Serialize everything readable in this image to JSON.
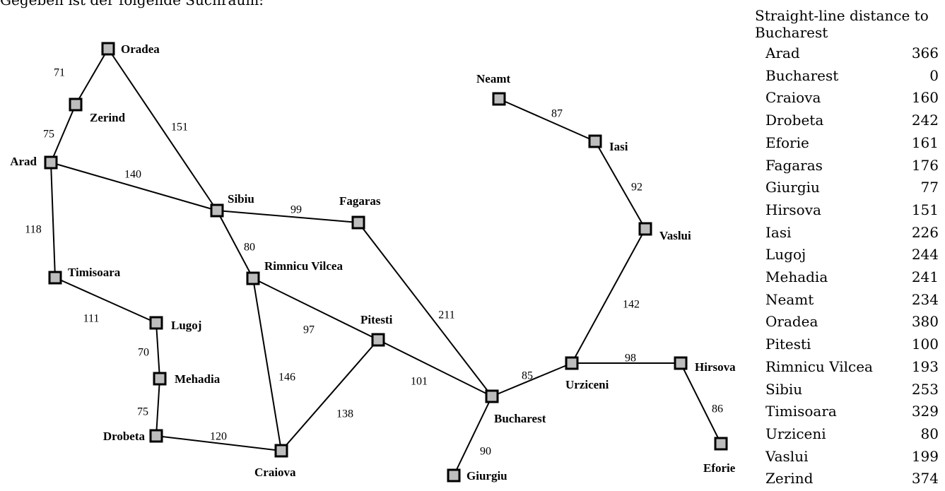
{
  "intro_text": "Gegeben ist der folgende Suchraum:",
  "graph": {
    "cities": [
      {
        "id": "oradea",
        "name": "Oradea"
      },
      {
        "id": "zerind",
        "name": "Zerind"
      },
      {
        "id": "arad",
        "name": "Arad"
      },
      {
        "id": "sibiu",
        "name": "Sibiu"
      },
      {
        "id": "fagaras",
        "name": "Fagaras"
      },
      {
        "id": "timisoara",
        "name": "Timisoara"
      },
      {
        "id": "rimnicu",
        "name": "Rimnicu Vilcea"
      },
      {
        "id": "lugoj",
        "name": "Lugoj"
      },
      {
        "id": "pitesti",
        "name": "Pitesti"
      },
      {
        "id": "mehadia",
        "name": "Mehadia"
      },
      {
        "id": "drobeta",
        "name": "Drobeta"
      },
      {
        "id": "craiova",
        "name": "Craiova"
      },
      {
        "id": "bucharest",
        "name": "Bucharest"
      },
      {
        "id": "giurgiu",
        "name": "Giurgiu"
      },
      {
        "id": "neamt",
        "name": "Neamt"
      },
      {
        "id": "iasi",
        "name": "Iasi"
      },
      {
        "id": "vaslui",
        "name": "Vaslui"
      },
      {
        "id": "urziceni",
        "name": "Urziceni"
      },
      {
        "id": "hirsova",
        "name": "Hirsova"
      },
      {
        "id": "eforie",
        "name": "Eforie"
      }
    ],
    "roads": [
      {
        "from": "oradea",
        "to": "zerind",
        "distance": "71"
      },
      {
        "from": "zerind",
        "to": "arad",
        "distance": "75"
      },
      {
        "from": "oradea",
        "to": "sibiu",
        "distance": "151"
      },
      {
        "from": "arad",
        "to": "sibiu",
        "distance": "140"
      },
      {
        "from": "arad",
        "to": "timisoara",
        "distance": "118"
      },
      {
        "from": "sibiu",
        "to": "fagaras",
        "distance": "99"
      },
      {
        "from": "sibiu",
        "to": "rimnicu",
        "distance": "80"
      },
      {
        "from": "timisoara",
        "to": "lugoj",
        "distance": "111"
      },
      {
        "from": "lugoj",
        "to": "mehadia",
        "distance": "70"
      },
      {
        "from": "mehadia",
        "to": "drobeta",
        "distance": "75"
      },
      {
        "from": "drobeta",
        "to": "craiova",
        "distance": "120"
      },
      {
        "from": "rimnicu",
        "to": "craiova",
        "distance": "146"
      },
      {
        "from": "rimnicu",
        "to": "pitesti",
        "distance": "97"
      },
      {
        "from": "craiova",
        "to": "pitesti",
        "distance": "138"
      },
      {
        "from": "pitesti",
        "to": "bucharest",
        "distance": "101"
      },
      {
        "from": "fagaras",
        "to": "bucharest",
        "distance": "211"
      },
      {
        "from": "bucharest",
        "to": "giurgiu",
        "distance": "90"
      },
      {
        "from": "bucharest",
        "to": "urziceni",
        "distance": "85"
      },
      {
        "from": "urziceni",
        "to": "hirsova",
        "distance": "98"
      },
      {
        "from": "hirsova",
        "to": "eforie",
        "distance": "86"
      },
      {
        "from": "urziceni",
        "to": "vaslui",
        "distance": "142"
      },
      {
        "from": "vaslui",
        "to": "iasi",
        "distance": "92"
      },
      {
        "from": "iasi",
        "to": "neamt",
        "distance": "87"
      }
    ]
  },
  "heuristic_table": {
    "title": "Straight-line distance to Bucharest",
    "rows": [
      {
        "city": "Arad",
        "value": "366"
      },
      {
        "city": "Bucharest",
        "value": "0"
      },
      {
        "city": "Craiova",
        "value": "160"
      },
      {
        "city": "Drobeta",
        "value": "242"
      },
      {
        "city": "Eforie",
        "value": "161"
      },
      {
        "city": "Fagaras",
        "value": "176"
      },
      {
        "city": "Giurgiu",
        "value": "77"
      },
      {
        "city": "Hirsova",
        "value": "151"
      },
      {
        "city": "Iasi",
        "value": "226"
      },
      {
        "city": "Lugoj",
        "value": "244"
      },
      {
        "city": "Mehadia",
        "value": "241"
      },
      {
        "city": "Neamt",
        "value": "234"
      },
      {
        "city": "Oradea",
        "value": "380"
      },
      {
        "city": "Pitesti",
        "value": "100"
      },
      {
        "city": "Rimnicu Vilcea",
        "value": "193"
      },
      {
        "city": "Sibiu",
        "value": "253"
      },
      {
        "city": "Timisoara",
        "value": "329"
      },
      {
        "city": "Urziceni",
        "value": "80"
      },
      {
        "city": "Vaslui",
        "value": "199"
      },
      {
        "city": "Zerind",
        "value": "374"
      }
    ]
  },
  "colors": {
    "node_fill": "#bdbdbd",
    "node_stroke": "#000000",
    "edge": "#000000"
  }
}
